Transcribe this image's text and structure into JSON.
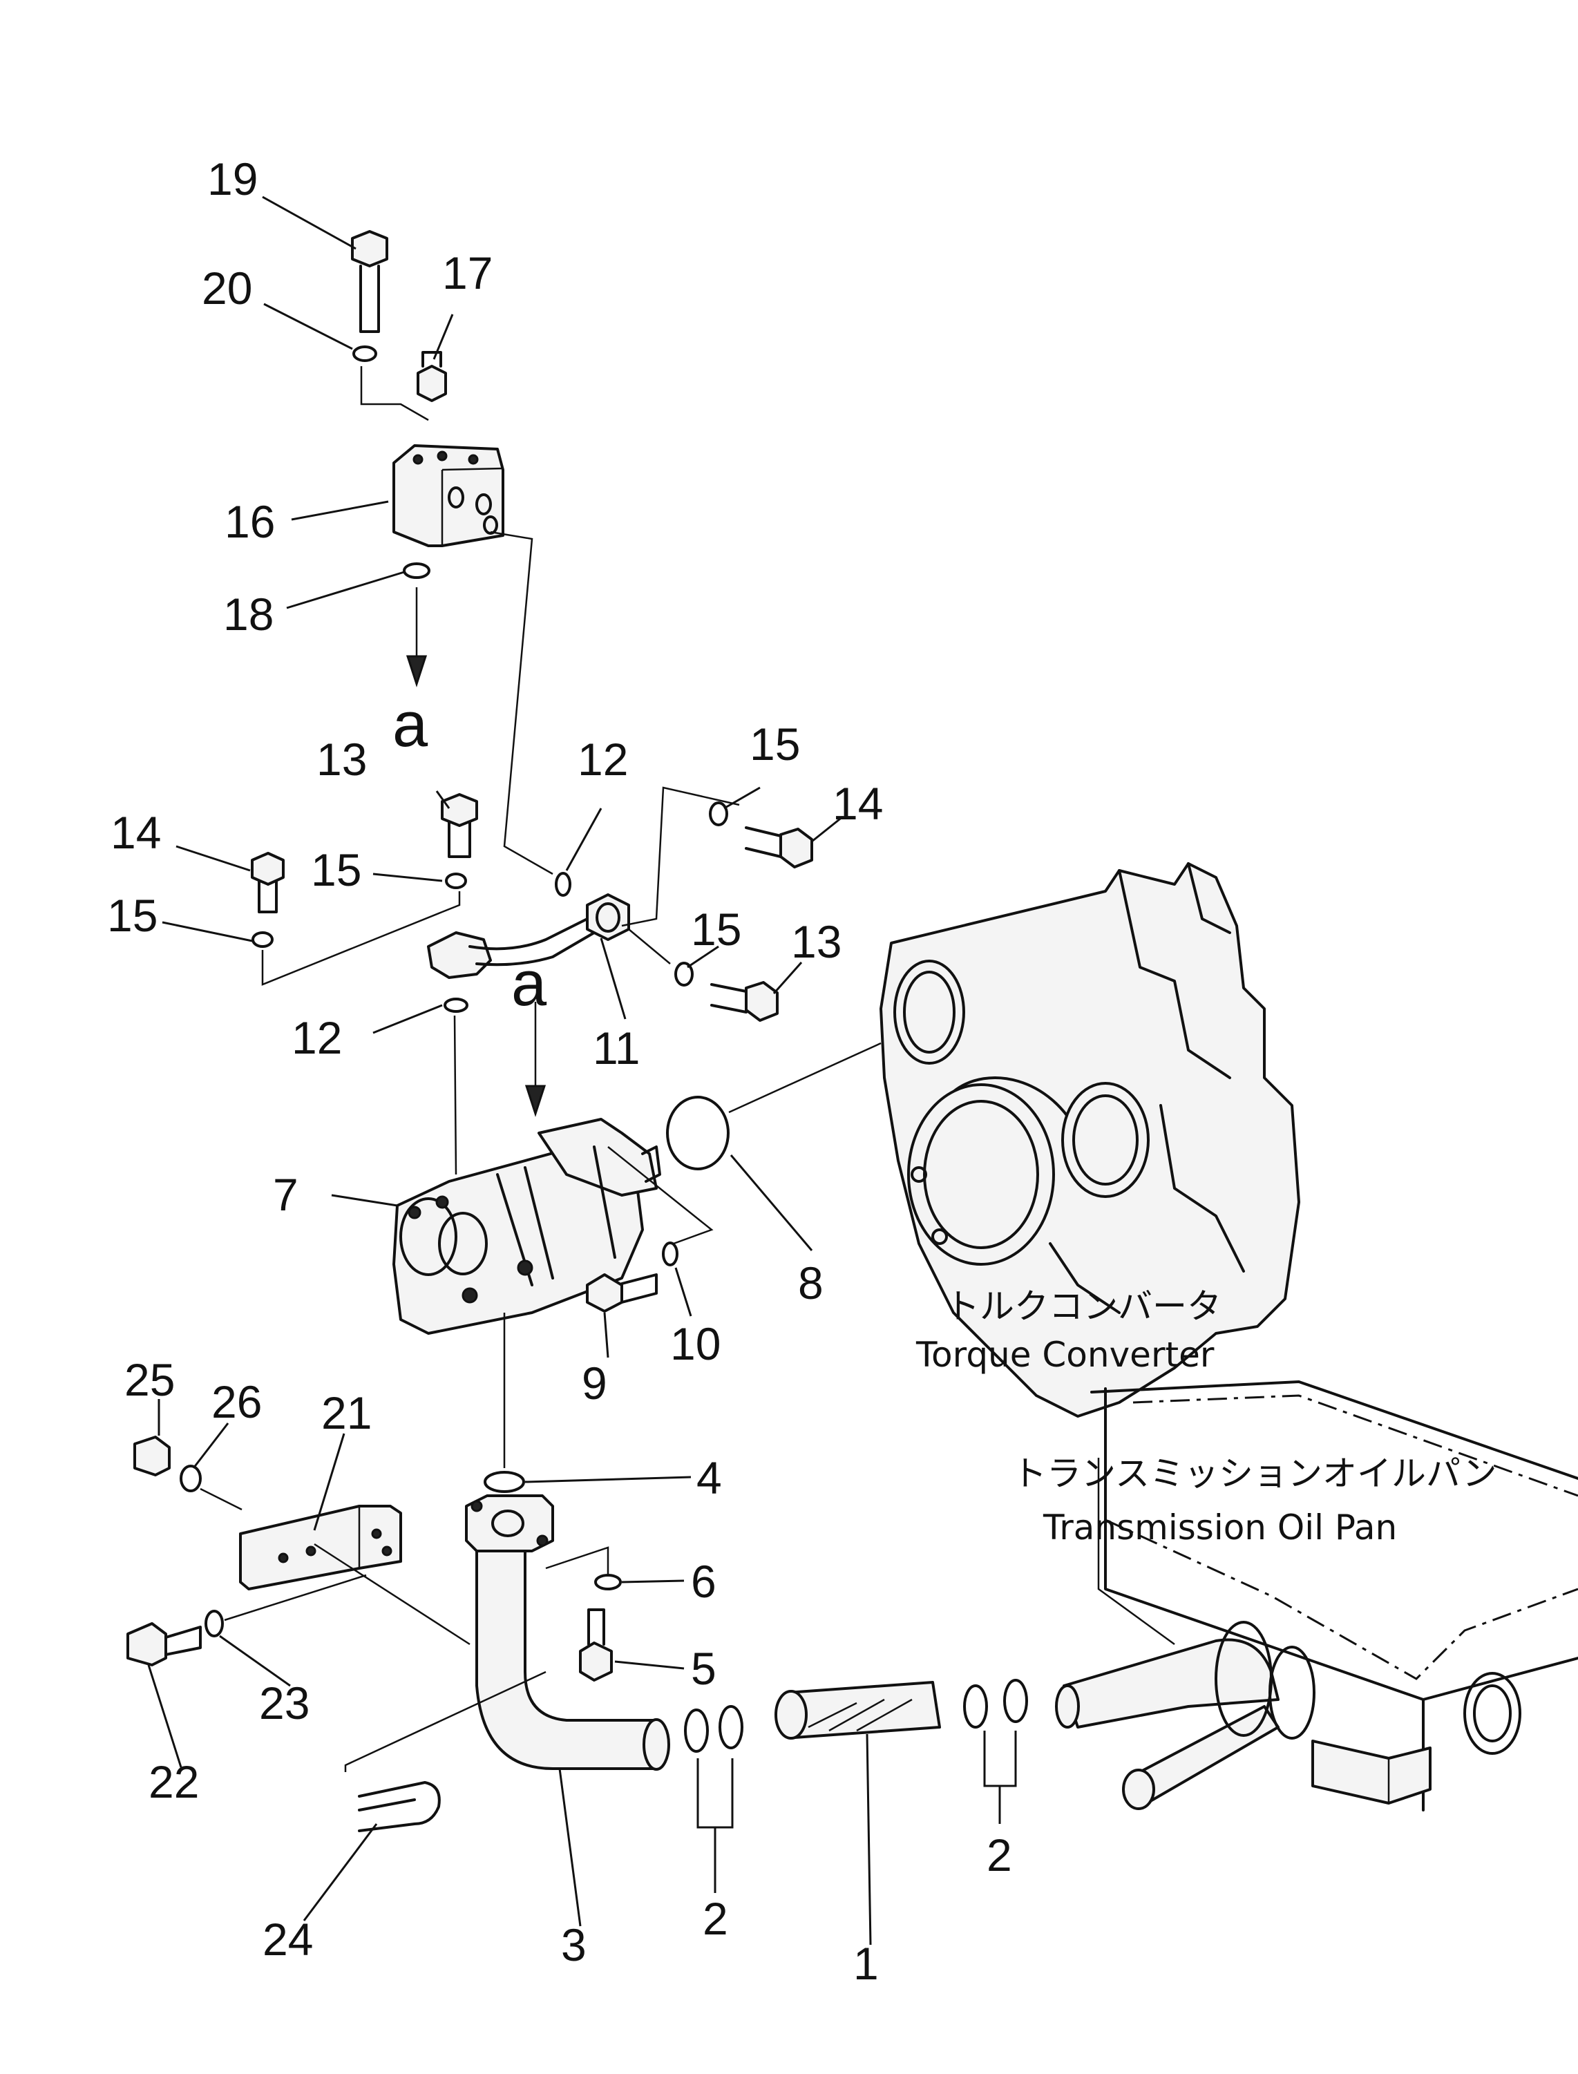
{
  "labels": {
    "torque_converter_jp": "トルクコンバータ",
    "torque_converter_en": "Torque Converter",
    "oil_pan_jp": "トランスミッションオイルパン",
    "oil_pan_en": "Transmission Oil Pan"
  },
  "section_marks": {
    "upper": "a",
    "lower": "a"
  },
  "callouts": {
    "c1": "1",
    "c2a": "2",
    "c2b": "2",
    "c3": "3",
    "c4": "4",
    "c5": "5",
    "c6": "6",
    "c7": "7",
    "c8": "8",
    "c9": "9",
    "c10": "10",
    "c11": "11",
    "c12a": "12",
    "c12b": "12",
    "c13a": "13",
    "c13b": "13",
    "c14a": "14",
    "c14b": "14",
    "c15a": "15",
    "c15b": "15",
    "c15c": "15",
    "c15d": "15",
    "c16": "16",
    "c17": "17",
    "c18": "18",
    "c19": "19",
    "c20": "20",
    "c21": "21",
    "c22": "22",
    "c23": "23",
    "c24": "24",
    "c25": "25",
    "c26": "26"
  }
}
